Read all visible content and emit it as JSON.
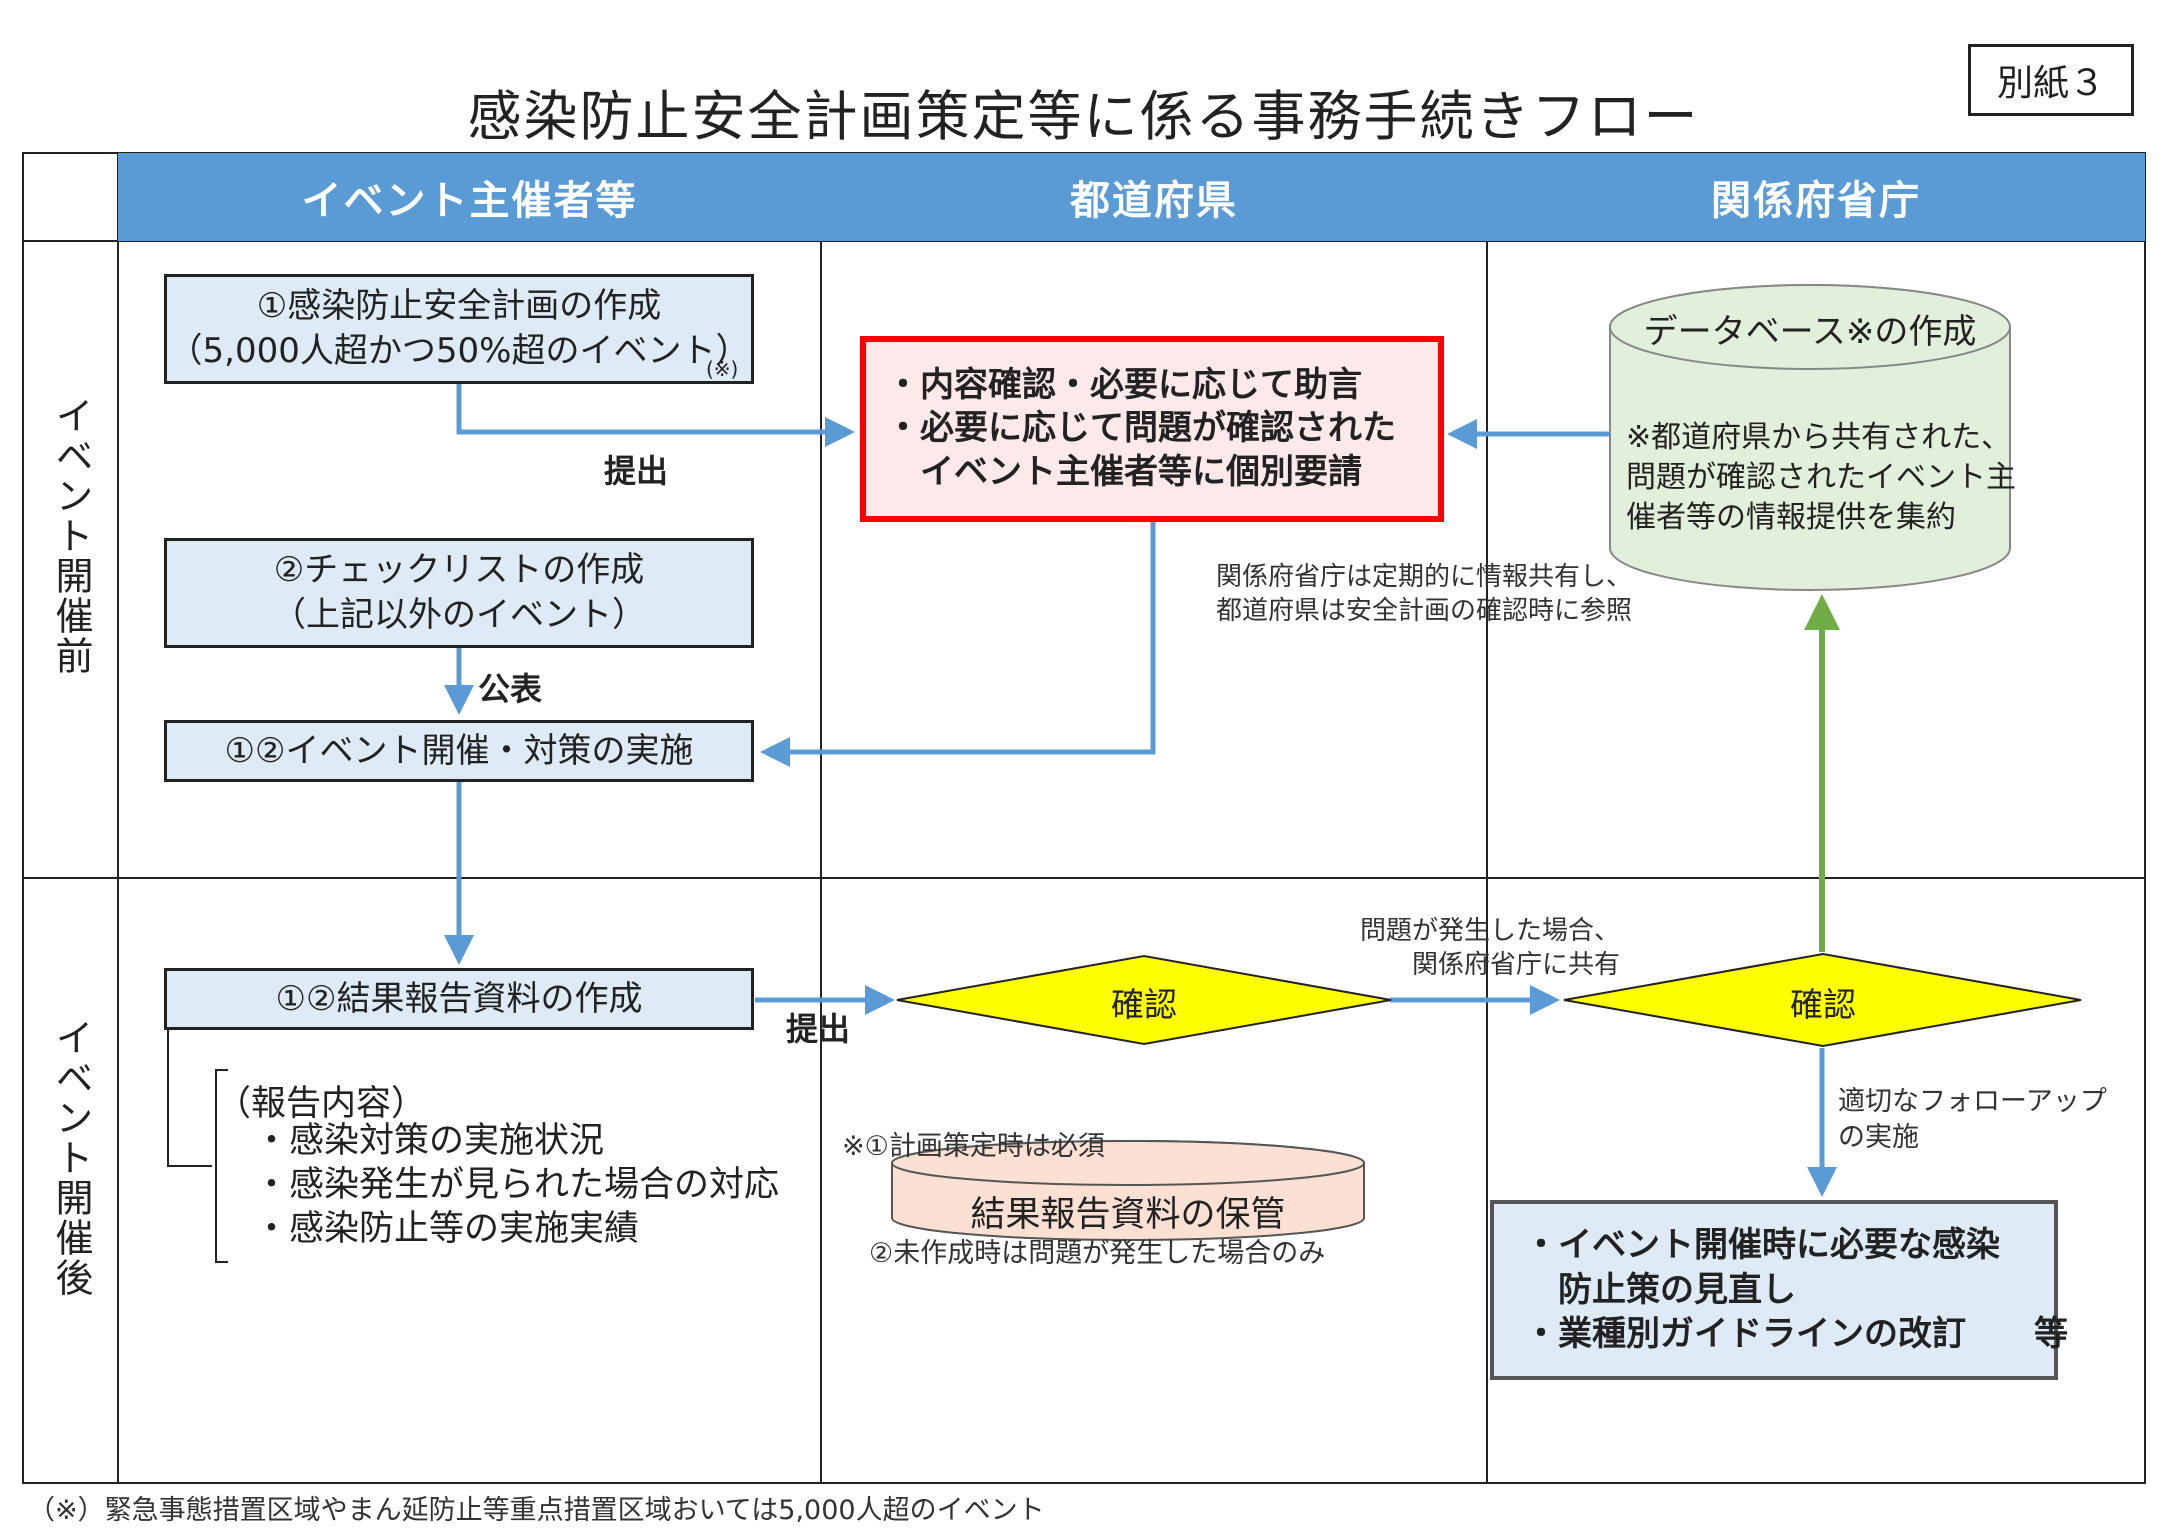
{
  "title": "感染防止安全計画策定等に係る事務手続きフロー",
  "tag": "別紙３",
  "columns": [
    "イベント主催者等",
    "都道府県",
    "関係府省庁"
  ],
  "rows": [
    "イベント開催前",
    "イベント開催後"
  ],
  "organizer": {
    "box1_line1": "①感染防止安全計画の作成",
    "box1_line2": "（5,000人超かつ50%超のイベント）",
    "box1_mark": "(※)",
    "box2_line1": "②チェックリストの作成",
    "box2_line2": "（上記以外のイベント）",
    "box3": "①②イベント開催・対策の実施",
    "box4": "①②結果報告資料の作成",
    "report_header": "（報告内容）",
    "report_items": [
      "・感染対策の実施状況",
      "・感染発生が見られた場合の対応",
      "・感染防止等の実施実績"
    ]
  },
  "labels": {
    "submit1": "提出",
    "publish": "公表",
    "submit2": "提出"
  },
  "prefecture": {
    "red_lines": [
      "・内容確認・必要に応じて助言",
      "・必要に応じて問題が確認された",
      "　イベント主催者等に個別要請"
    ],
    "share_note": [
      "関係府省庁は定期的に情報共有し、",
      "都道府県は安全計画の確認時に参照"
    ],
    "diamond": "確認",
    "condition_note": [
      "※①計画策定時は必須",
      "　②未作成時は問題が発生した場合のみ"
    ],
    "storage": "結果報告資料の保管",
    "problem_note": [
      "問題が発生した場合、",
      "関係府省庁に共有"
    ]
  },
  "ministry": {
    "db_title": "データベース※の作成",
    "db_note": [
      "※都道府県から共有された、",
      "問題が確認されたイベント主",
      "催者等の情報提供を集約"
    ],
    "diamond": "確認",
    "followup": [
      "適切なフォローアップ",
      "の実施"
    ],
    "result_lines": [
      "・イベント開催時に必要な感染",
      "　防止策の見直し",
      "・業種別ガイドラインの改訂　　等"
    ]
  },
  "footnote": "（※）緊急事態措置区域やまん延防止等重点措置区域おいては5,000人超のイベント",
  "colors": {
    "header": "#5b9bd5",
    "box_fill": "#deebf7",
    "arrow_blue": "#5b9bd5",
    "arrow_green": "#70ad47",
    "red_border": "#ff0000",
    "diamond_fill": "#ffff00",
    "db_fill": "#e2efda",
    "storage_fill": "#fbe0d3"
  }
}
